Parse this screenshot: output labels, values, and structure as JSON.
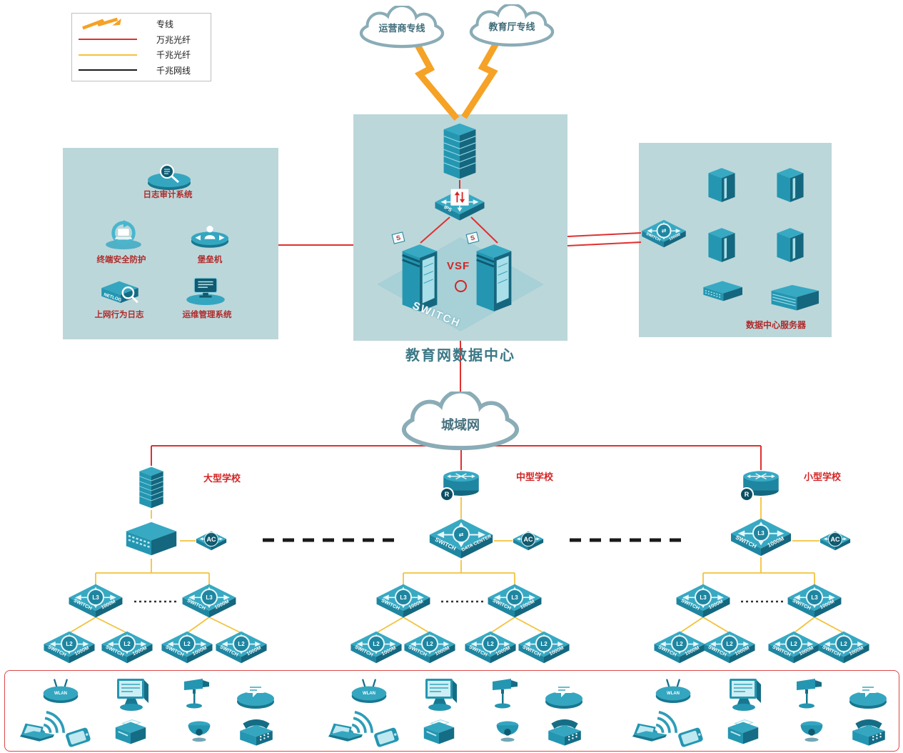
{
  "legend": {
    "items": [
      {
        "label": "专线",
        "type": "dedicated-line"
      },
      {
        "label": "万兆光纤",
        "type": "fiber-10g"
      },
      {
        "label": "千兆光纤",
        "type": "fiber-1g"
      },
      {
        "label": "千兆网线",
        "type": "cable-1g"
      }
    ]
  },
  "clouds": {
    "operator": "运营商专线",
    "education": "教育厅专线",
    "man": "城域网"
  },
  "datacenter": {
    "title": "教育网数据中心",
    "vsf": "VSF",
    "ips": "IPS",
    "switch_text": "SWITCH",
    "server_flag": "S"
  },
  "security_zone": {
    "log_audit": "日志审计系统",
    "terminal_security": "终端安全防护",
    "bastion": "堡垒机",
    "netlog": "上网行为日志",
    "netlog_text": "NETLOG",
    "ops_mgmt": "运维管理系统"
  },
  "server_zone": {
    "caption": "数据中心服务器"
  },
  "schools": {
    "large": "大型学校",
    "medium": "中型学校",
    "small": "小型学校"
  },
  "labels": {
    "switch": "SWITCH",
    "m1000": "1000M",
    "l3": "L3",
    "l2": "L2",
    "ac": "AC",
    "r": "R",
    "wlan": "WLAN",
    "data_center": "DATA CENTER",
    "arrows": "⇄"
  },
  "colors": {
    "dedicated_line": "#F5A226",
    "fiber_10g": "#E03030",
    "fiber_1g": "#F3C23C",
    "cable_1g": "#1A1A1A",
    "device_teal": "#2E9DB8",
    "zone_background": "#BCD7DA"
  }
}
